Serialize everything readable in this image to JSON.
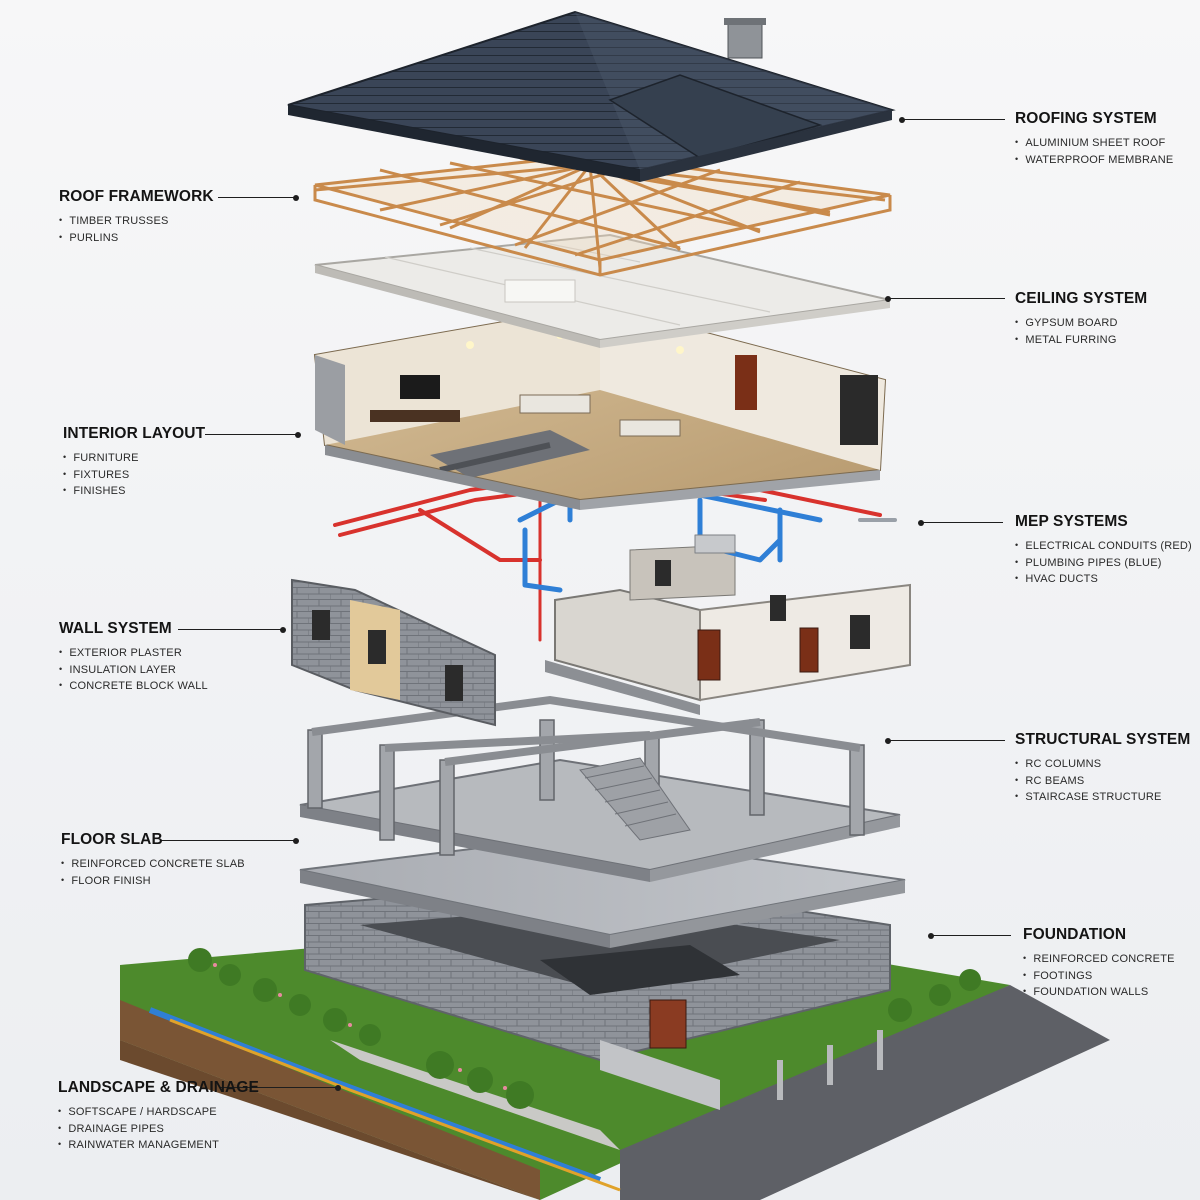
{
  "callouts": {
    "roof_framework": {
      "title": "ROOF FRAMEWORK",
      "items": [
        "TIMBER TRUSSES",
        "PURLINS"
      ]
    },
    "interior_layout": {
      "title": "INTERIOR LAYOUT",
      "items": [
        "FURNITURE",
        "FIXTURES",
        "FINISHES"
      ]
    },
    "wall_system": {
      "title": "WALL SYSTEM",
      "items": [
        "EXTERIOR PLASTER",
        "INSULATION LAYER",
        "CONCRETE BLOCK WALL"
      ]
    },
    "floor_slab": {
      "title": "FLOOR SLAB",
      "items": [
        "REINFORCED CONCRETE SLAB",
        "FLOOR FINISH"
      ]
    },
    "landscape": {
      "title": "LANDSCAPE & DRAINAGE",
      "items": [
        "SOFTSCAPE / HARDSCAPE",
        "DRAINAGE PIPES",
        "RAINWATER MANAGEMENT"
      ]
    },
    "roofing_system": {
      "title": "ROOFING SYSTEM",
      "items": [
        "ALUMINIUM SHEET ROOF",
        "WATERPROOF MEMBRANE"
      ]
    },
    "ceiling_system": {
      "title": "CEILING SYSTEM",
      "items": [
        "GYPSUM BOARD",
        "METAL FURRING"
      ]
    },
    "mep_systems": {
      "title": "MEP SYSTEMS",
      "items": [
        "ELECTRICAL CONDUITS (RED)",
        "PLUMBING PIPES (BLUE)",
        "HVAC DUCTS"
      ]
    },
    "structural_system": {
      "title": "STRUCTURAL SYSTEM",
      "items": [
        "RC COLUMNS",
        "RC BEAMS",
        "STAIRCASE STRUCTURE"
      ]
    },
    "foundation": {
      "title": "FOUNDATION",
      "items": [
        "REINFORCED CONCRETE",
        "FOOTINGS",
        "FOUNDATION WALLS"
      ]
    }
  },
  "colors": {
    "roof": "#2f3a4a",
    "truss": "#c98a4b",
    "electrical": "#d8322d",
    "plumbing": "#2f7fd6",
    "concrete": "#9a9da3",
    "grass": "#4d8a2c"
  }
}
